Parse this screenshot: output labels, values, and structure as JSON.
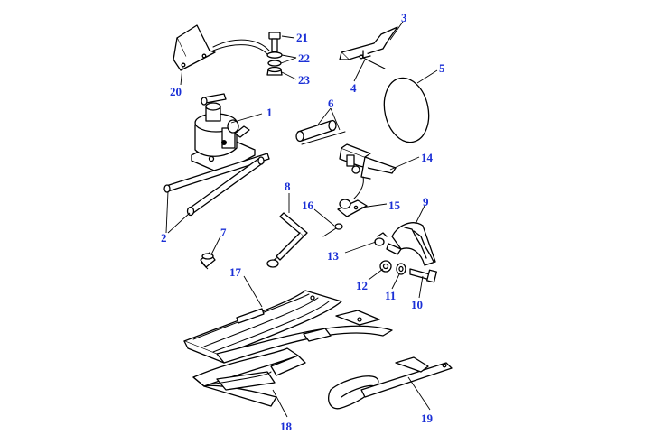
{
  "diagram": {
    "callouts": {
      "c1": "1",
      "c2": "2",
      "c3": "3",
      "c4": "4",
      "c5": "5",
      "c6": "6",
      "c7": "7",
      "c8": "8",
      "c9": "9",
      "c10": "10",
      "c11": "11",
      "c12": "12",
      "c13": "13",
      "c14": "14",
      "c15": "15",
      "c16": "16",
      "c17": "17",
      "c18": "18",
      "c19": "19",
      "c20": "20",
      "c21": "21",
      "c22": "22",
      "c23": "23"
    },
    "colors": {
      "callout": "#1a2fd6",
      "line": "#000000",
      "background": "#ffffff"
    }
  }
}
